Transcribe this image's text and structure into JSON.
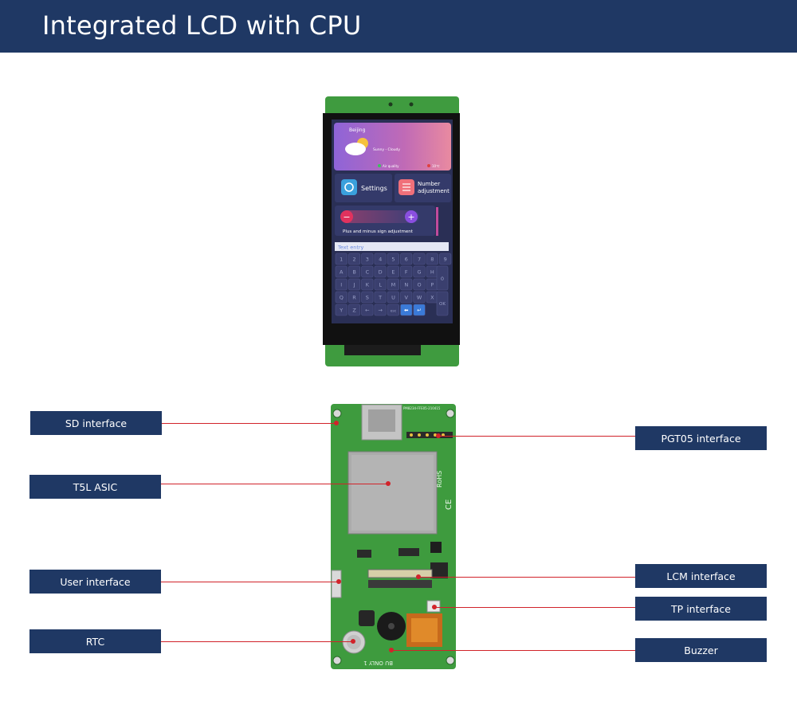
{
  "title": "Integrated LCD with CPU",
  "screen": {
    "weather_city": "Beijing",
    "weather_text": "Sunny - Cloudy",
    "air_quality": "Air quality",
    "temp": "10℃",
    "settings_label": "Settings",
    "number_label_1": "Number",
    "number_label_2": "adjustment",
    "minus_symbol": "−",
    "plus_symbol": "+",
    "slider_caption": "Plus and minus sign adjustment",
    "text_entry": "Text entry",
    "keyboard_rows": [
      [
        "1",
        "2",
        "3",
        "4",
        "5",
        "6",
        "7",
        "8",
        "9"
      ],
      [
        "A",
        "B",
        "C",
        "D",
        "E",
        "F",
        "G",
        "H"
      ],
      [
        "I",
        "J",
        "K",
        "L",
        "M",
        "N",
        "O",
        "P"
      ],
      [
        "Q",
        "R",
        "S",
        "T",
        "U",
        "V",
        "W",
        "X"
      ],
      [
        "Y",
        "Z",
        "←",
        "→",
        "esc",
        "⬅",
        "↵"
      ]
    ],
    "key_zero": "0",
    "key_ok": "OK"
  },
  "board": {
    "silk_top": "PM8234-FFE05-210415",
    "silk_bottom": "BU ONLY 1",
    "rohs": "RoHS",
    "ce": "CE"
  },
  "callouts": {
    "sd": "SD interface",
    "asic": "T5L ASIC",
    "user": "User interface",
    "rtc": "RTC",
    "pgt": "PGT05 interface",
    "lcm": "LCM interface",
    "tp": "TP interface",
    "buzzer": "Buzzer"
  },
  "colors": {
    "header_bg": "#1f3864",
    "callout_bg": "#1f3864",
    "leader": "#d1232a",
    "pcb_green": "#3e9b3e",
    "shield_gray": "#a8a8a8"
  }
}
